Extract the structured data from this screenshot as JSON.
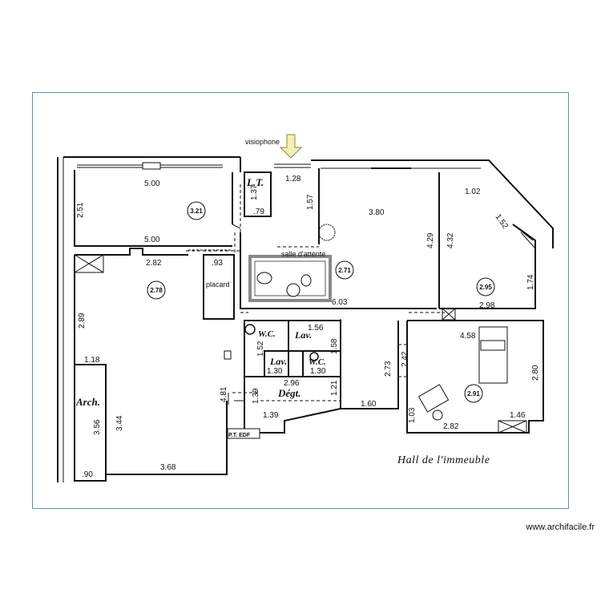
{
  "labels": {
    "visiophone": "visiophone",
    "salle_attente": "salle d'attente",
    "placard": "placard",
    "arch": "Arch.",
    "lt": "L.T.",
    "wc1": "W.C.",
    "wc2": "W.C.",
    "lav1": "Lav.",
    "lav2": "Lav.",
    "degt": "Dégt.",
    "pt_edf": "P.T. EDF",
    "hall": "Hall de l'immeuble"
  },
  "areas": {
    "r1": "3.21",
    "r2": "2.78",
    "r3": "2.71",
    "r4": "2.95",
    "r5": "2.91"
  },
  "dimensions": {
    "d_500_top": "5.00",
    "d_251": "2.51",
    "d_500_mid": "5.00",
    "d_282_a": "2.82",
    "d_093": ".93",
    "d_289": "2.89",
    "d_118": "1.18",
    "d_344": "3.44",
    "d_356": "3.56",
    "d_090": ".90",
    "d_368": "3.68",
    "d_137": "1.37",
    "d_079": ".79",
    "d_128": "1.28",
    "d_157_v": "1.57",
    "d_380": "3.80",
    "d_429": "4.29",
    "d_432": "4.32",
    "d_102": "1.02",
    "d_152": "1.52",
    "d_174": "1.74",
    "d_298": "2.98",
    "d_603": "6.03",
    "d_156": "1.56",
    "d_152_v": "1.52",
    "d_158": "1.58",
    "d_130_a": "1.30",
    "d_130_b": "1.30",
    "d_296": "2.96",
    "d_139_v": "1.39",
    "d_481": "4.81",
    "d_139_h": "1.39",
    "d_121": "1.21",
    "d_273": "2.73",
    "d_242": "2.42",
    "d_160": "1.60",
    "d_458": "4.58",
    "d_280": "2.80",
    "d_103": "1.03",
    "d_282_b": "2.82",
    "d_146": "1.46"
  },
  "watermark": "www.archifacile.fr"
}
